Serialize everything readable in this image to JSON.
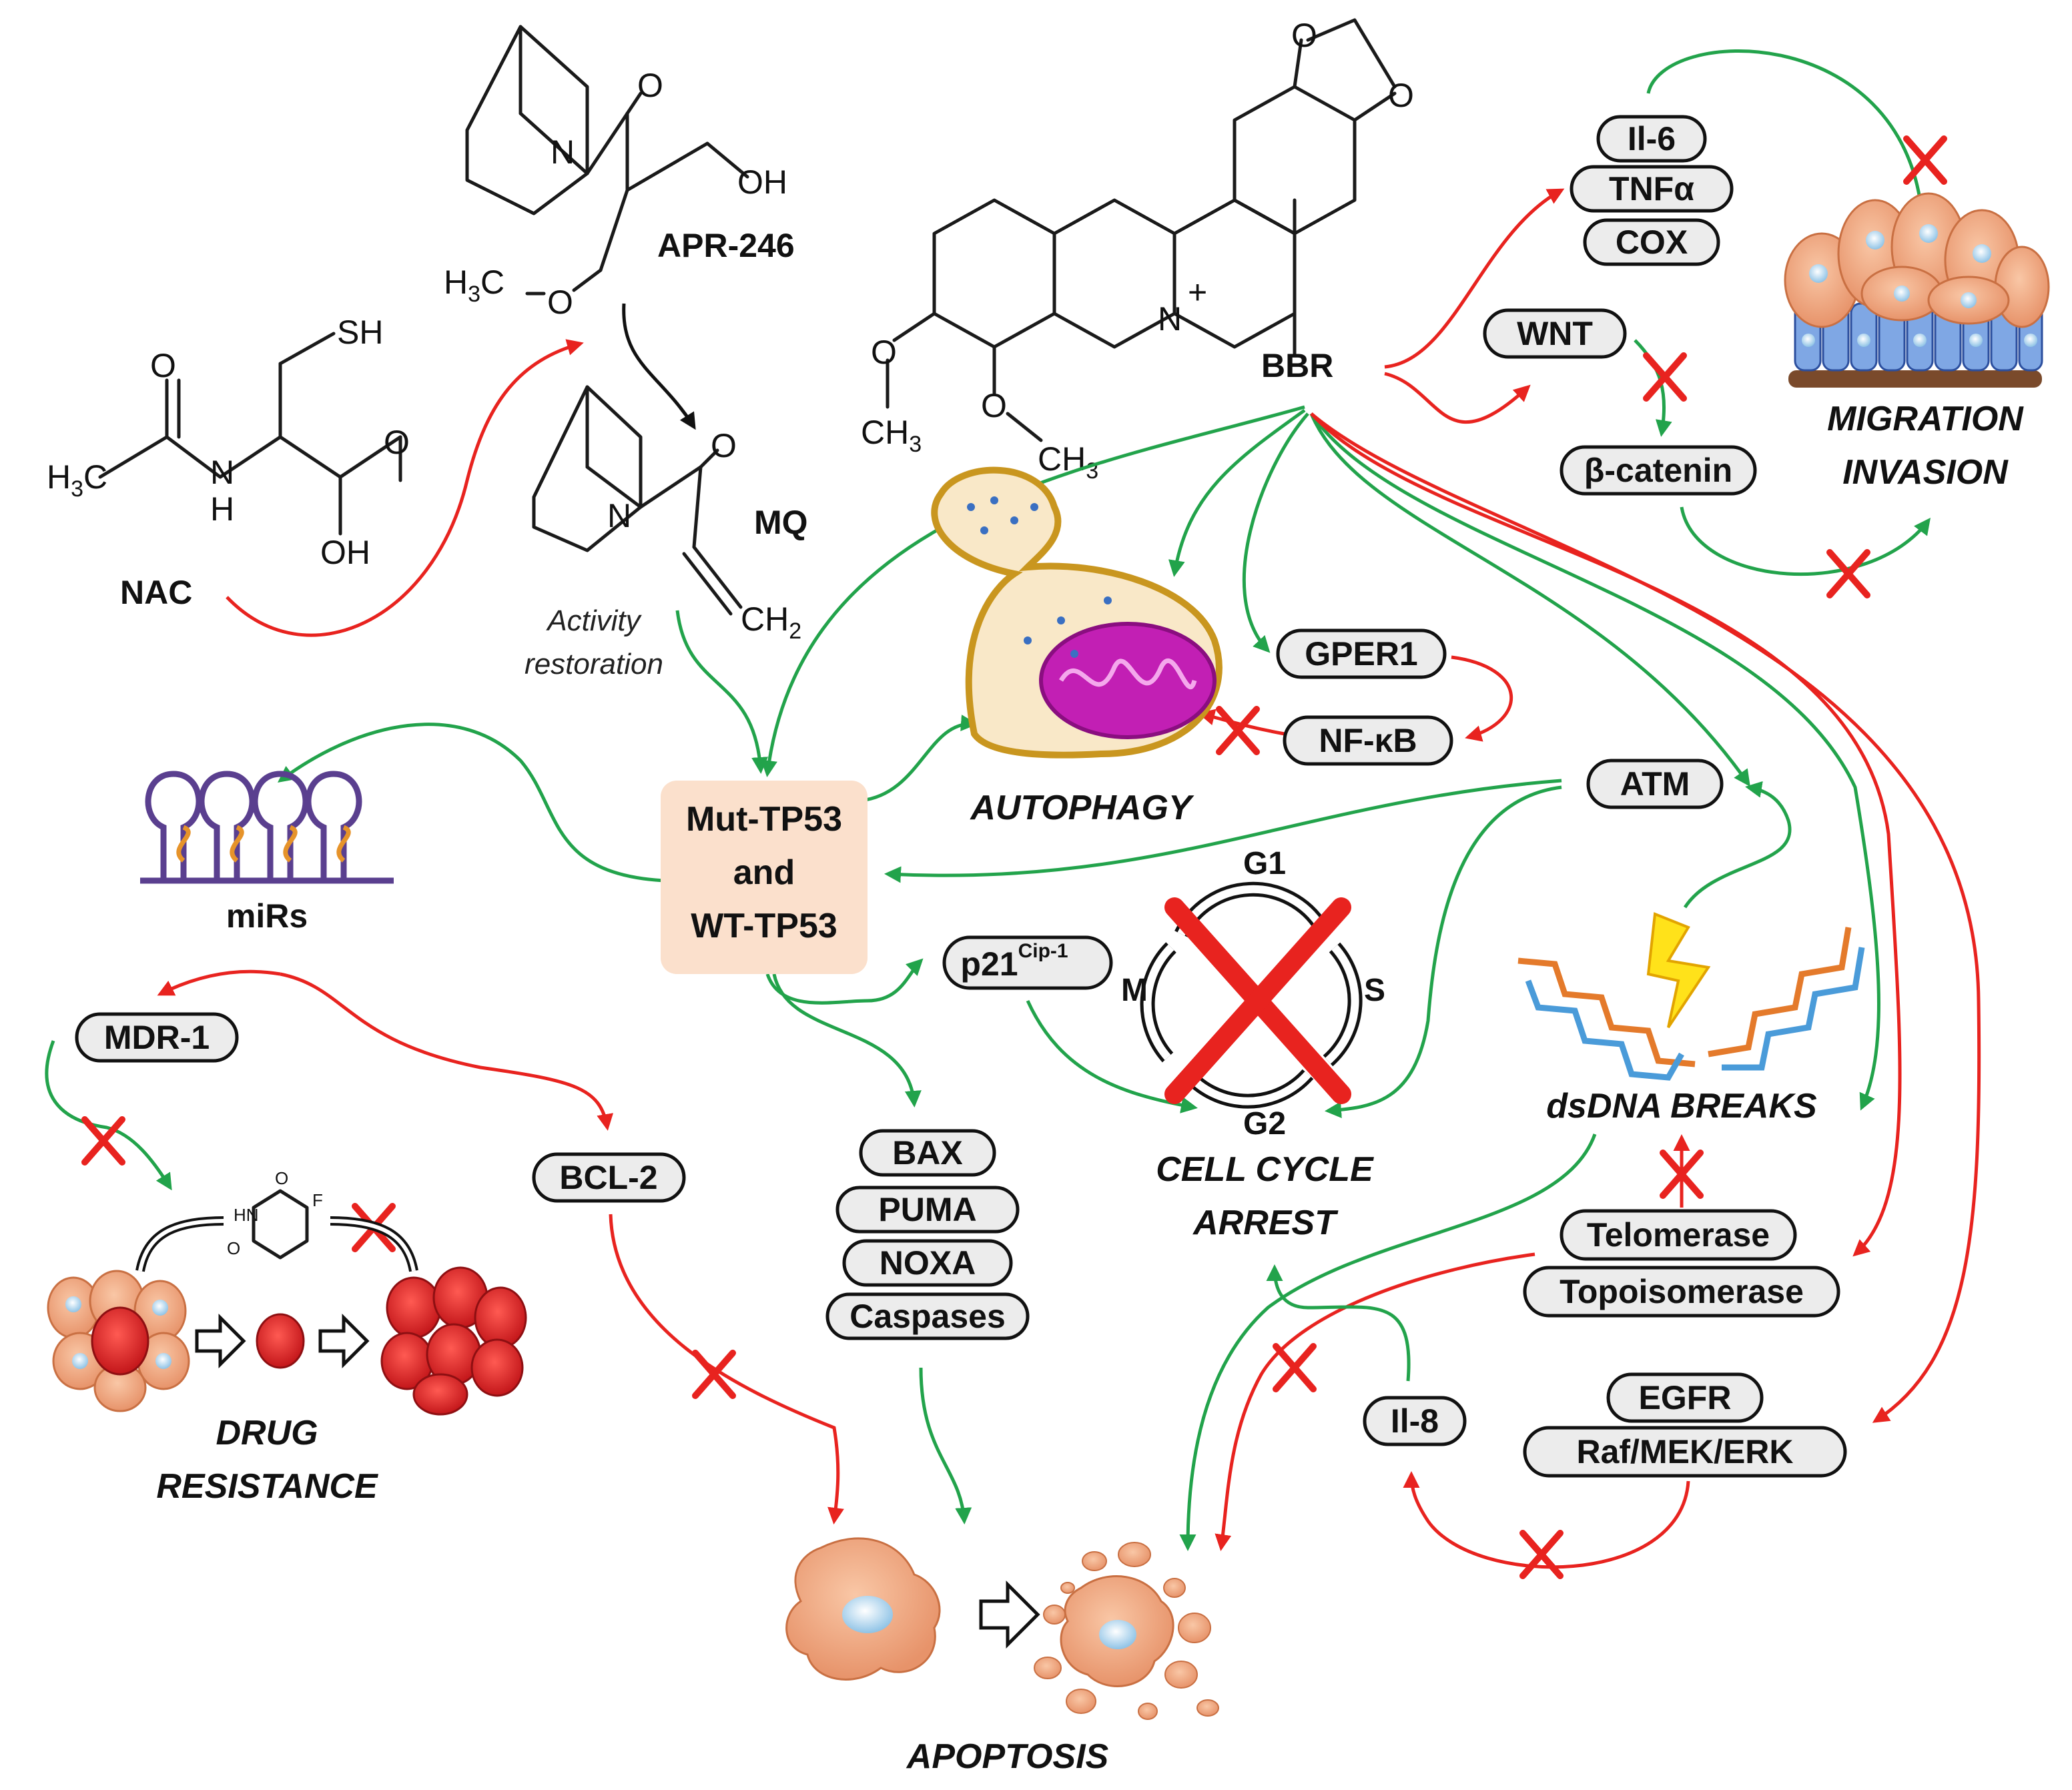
{
  "molecules": {
    "nac": "NAC",
    "apr246": "APR-246",
    "mq": "MQ",
    "bbr": "BBR"
  },
  "atoms": {
    "sh": "SH",
    "oh": "OH",
    "o": "O",
    "n": "N",
    "h": "H",
    "h3c": "H",
    "h3c_sub": "3",
    "h3c_c": "C",
    "ch2": "CH",
    "ch2_sub": "2",
    "ch3": "CH",
    "ch3_sub": "3",
    "f": "F",
    "hn": "HN",
    "plus": "+"
  },
  "activity": {
    "line1": "Activity",
    "line2": "restoration"
  },
  "tp53": {
    "line1": "Mut-TP53",
    "line2": "and",
    "line3": "WT-TP53"
  },
  "nodes": {
    "il6": "Il-6",
    "tnfa": "TNFα",
    "cox": "COX",
    "wnt": "WNT",
    "bcatenin": "β-catenin",
    "gper1": "GPER1",
    "nfkb": "NF-κB",
    "atm": "ATM",
    "p21": "p21",
    "p21_sup": "Cip-1",
    "mdr1": "MDR-1",
    "bcl2": "BCL-2",
    "bax": "BAX",
    "puma": "PUMA",
    "noxa": "NOXA",
    "caspases": "Caspases",
    "telomerase": "Telomerase",
    "topoisomerase": "Topoisomerase",
    "egfr": "EGFR",
    "rafmekerk": "Raf/MEK/ERK",
    "il8": "Il-8"
  },
  "cycle": {
    "g1": "G1",
    "s": "S",
    "g2": "G2",
    "m": "M"
  },
  "outcomes": {
    "autophagy": "AUTOPHAGY",
    "migration": "MIGRATION",
    "invasion": "INVASION",
    "mirs": "miRs",
    "cell_cycle": "CELL CYCLE",
    "arrest": "ARREST",
    "dsdna": "dsDNA BREAKS",
    "drug": "DRUG",
    "resistance": "RESISTANCE",
    "apoptosis": "APOPTOSIS"
  },
  "colors": {
    "activation": "#22a34b",
    "inhibition": "#e8231f",
    "tp53_box": "#fbe0cc",
    "cell": "#f2a982",
    "resistant_cell": "#e8262b",
    "mitochondrion": "#c21fb4"
  }
}
